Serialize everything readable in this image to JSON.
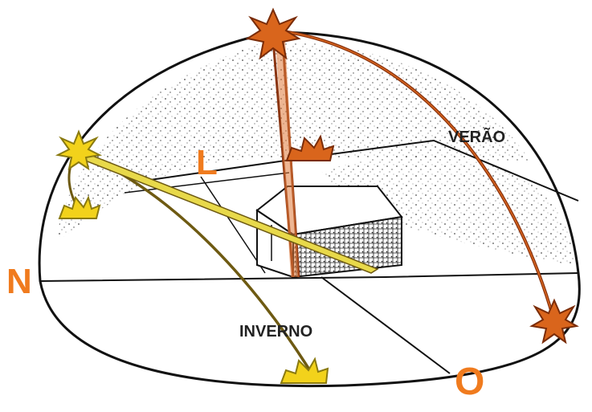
{
  "labels": {
    "north": "N",
    "east": "L",
    "west": "O",
    "summer": "VERÃO",
    "winter": "INVERNO"
  },
  "colors": {
    "summer_sun": "#d9651c",
    "summer_path": "#8a3410",
    "winter_sun": "#f2d21b",
    "winter_path": "#6e5a12",
    "winter_ray": "#e8d94a",
    "direction_label": "#f07b1e",
    "line": "#111111"
  },
  "icons": {
    "sun": "sun-icon",
    "house": "house-icon"
  }
}
